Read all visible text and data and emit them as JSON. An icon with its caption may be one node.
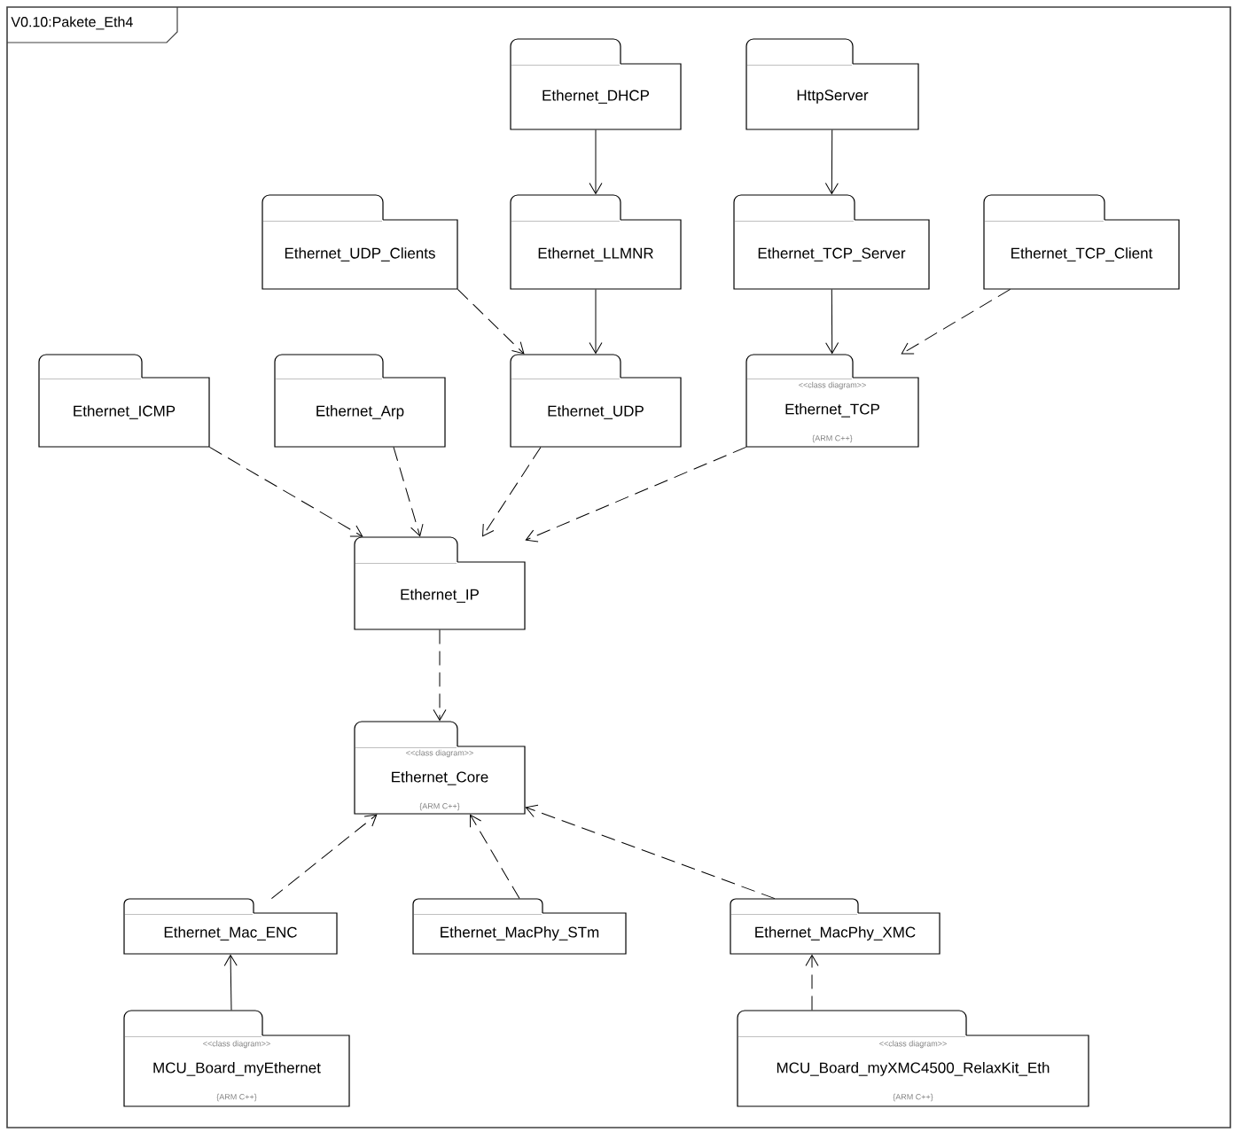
{
  "diagram": {
    "title": "V0.10:Pakete_Eth4",
    "nodes": [
      {
        "text": [
          "Ethernet_DHCP"
        ]
      },
      {
        "text": [
          "HttpServer"
        ]
      },
      {
        "text": [
          "Ethernet_UDP_Clients"
        ]
      },
      {
        "text": [
          "Ethernet_LLMNR"
        ]
      },
      {
        "text": [
          "Ethernet_TCP_Server"
        ]
      },
      {
        "text": [
          "Ethernet_TCP_Client"
        ]
      },
      {
        "text": [
          "Ethernet_ICMP"
        ]
      },
      {
        "text": [
          "Ethernet_Arp"
        ]
      },
      {
        "text": [
          "Ethernet_UDP"
        ]
      },
      {
        "text": [
          "<<class diagram>>",
          "Ethernet_TCP",
          "{ARM C++}"
        ]
      },
      {
        "text": [
          "Ethernet_IP"
        ]
      },
      {
        "text": [
          "<<class diagram>>",
          "Ethernet_Core",
          "{ARM C++}"
        ]
      },
      {
        "text": [
          "Ethernet_Mac_ENC"
        ]
      },
      {
        "text": [
          "Ethernet_MacPhy_STm"
        ]
      },
      {
        "text": [
          "Ethernet_MacPhy_XMC"
        ]
      },
      {
        "text": [
          "<<class diagram>>",
          "MCU_Board_myEthernet",
          "{ARM C++}"
        ]
      },
      {
        "text": [
          "<<class diagram>>",
          "MCU_Board_myXMC4500_RelaxKit_Eth",
          "{ARM C++}"
        ]
      }
    ],
    "edges": [
      {
        "from": 0,
        "to": 3,
        "arrow": "to"
      },
      {
        "from": 1,
        "to": 4,
        "arrow": "to"
      },
      {
        "from": 3,
        "to": 8,
        "arrow": "to"
      },
      {
        "from": 2,
        "to": 8,
        "arrow": "to",
        "style": "dashed"
      },
      {
        "from": 4,
        "to": 9,
        "arrow": "to"
      },
      {
        "from": 5,
        "to": 9,
        "arrow": "to",
        "style": "dashed"
      },
      {
        "from": 6,
        "to": 10,
        "arrow": "to",
        "style": "dashed"
      },
      {
        "from": 7,
        "to": 10,
        "arrow": "to",
        "style": "dashed"
      },
      {
        "from": 8,
        "to": 10,
        "arrow": "to",
        "style": "dashed"
      },
      {
        "from": 9,
        "to": 10,
        "arrow": "to",
        "style": "dashed"
      },
      {
        "from": 10,
        "to": 11,
        "arrow": "to",
        "style": "dashed"
      },
      {
        "from": 12,
        "to": 11,
        "arrow": "to",
        "style": "dashed"
      },
      {
        "from": 13,
        "to": 11,
        "arrow": "to",
        "style": "dashed"
      },
      {
        "from": 14,
        "to": 11,
        "arrow": "to",
        "style": "dashed"
      },
      {
        "from": 15,
        "to": 12,
        "arrow": "to"
      },
      {
        "from": 16,
        "to": 14,
        "arrow": "to",
        "style": "dashed"
      }
    ]
  }
}
